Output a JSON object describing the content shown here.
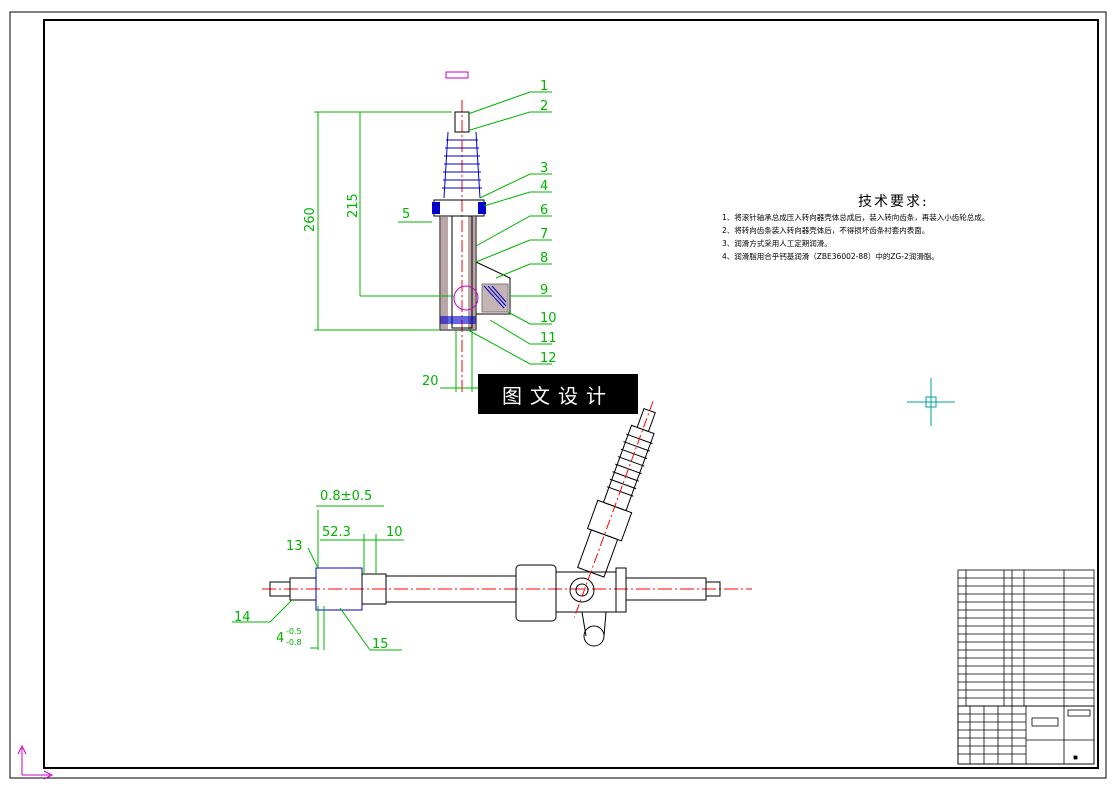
{
  "part_labels": [
    "1",
    "2",
    "3",
    "4",
    "5",
    "6",
    "7",
    "8",
    "9",
    "10",
    "11",
    "12",
    "13",
    "14",
    "15"
  ],
  "dimensions": {
    "d260": "260",
    "d215": "215",
    "d20": "20",
    "d08": "0.8±0.5",
    "d523": "52.3",
    "d10": "10",
    "d4": "4",
    "d4_tol_upper": "-0.5",
    "d4_tol_lower": "-0.8"
  },
  "tech_requirements": {
    "title": "技术要求:",
    "lines": [
      "1、将滚针轴承总成压入转向器壳体总成后，装入转向齿条，再装入小齿轮总成。",
      "2、将转向齿条装入转向器壳体后，不得损坏齿条衬套内表面。",
      "3、润滑方式采用人工定期润滑。",
      "4、润滑脂用合乎钙基润滑（ZBE36002-88）中的ZG-2润滑脂。"
    ]
  },
  "watermark": "图文设计",
  "colors": {
    "leader": "#00b400",
    "outline": "#000000",
    "centerline": "#ff0000",
    "magenta": "#c800c8",
    "blue": "#0000c8"
  }
}
